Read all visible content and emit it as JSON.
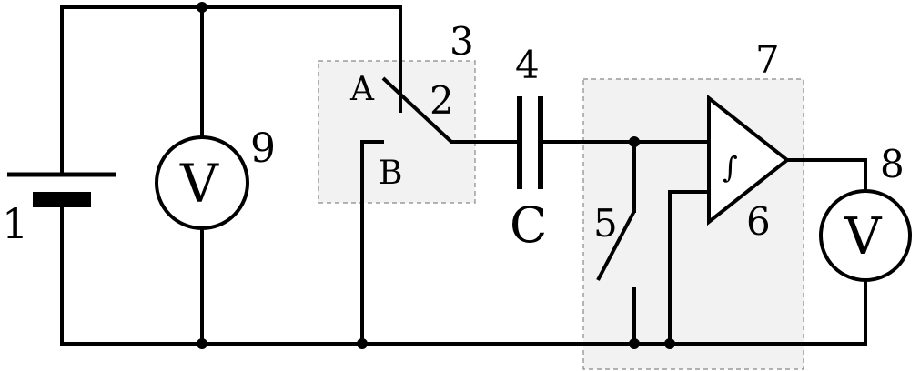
{
  "labels": {
    "battery": "1",
    "switch_pivot": "2",
    "switch_block": "3",
    "capacitor_number": "4",
    "capacitor_letter": "C",
    "reset_switch": "5",
    "integrator": "6",
    "integrator_block": "7",
    "voltmeter_out_number": "8",
    "voltmeter_source_number": "9",
    "contact_a": "A",
    "contact_b": "B",
    "voltmeter_symbol": "V",
    "integral_symbol": "∫"
  }
}
